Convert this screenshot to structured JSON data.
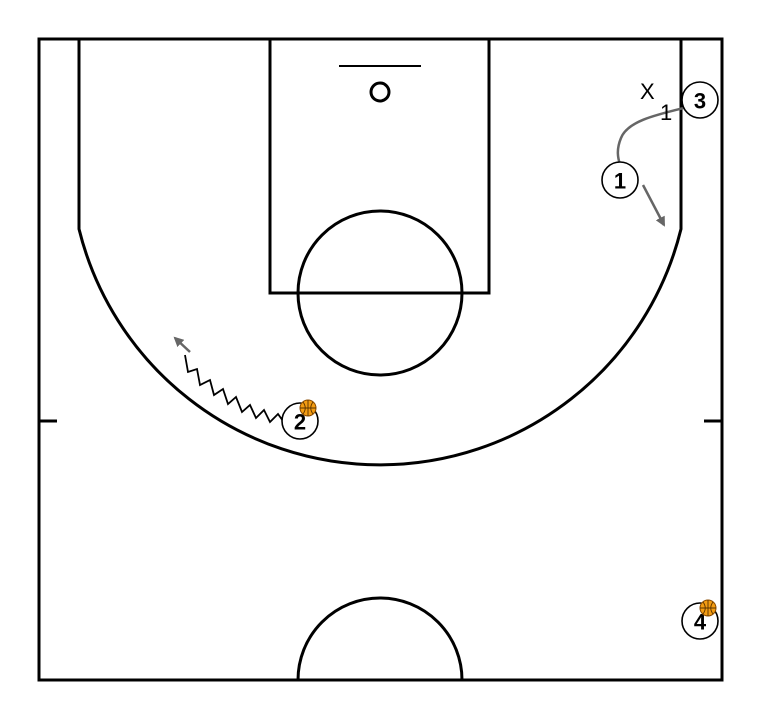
{
  "colors": {
    "court_lines": "#000000",
    "movement": "#666666",
    "ball": "#F39C12",
    "dribble": "#000000"
  },
  "offense": [
    {
      "id": "player-1",
      "label": "1",
      "has_ball": false
    },
    {
      "id": "player-2",
      "label": "2",
      "has_ball": true
    },
    {
      "id": "player-3",
      "label": "3",
      "has_ball": false
    },
    {
      "id": "player-4",
      "label": "4",
      "has_ball": true
    }
  ],
  "defense": [
    {
      "id": "defender-1",
      "marker": "X",
      "number": "1"
    }
  ],
  "actions": [
    {
      "type": "cut",
      "from": "player-1",
      "icon": "arrow-icon"
    },
    {
      "type": "dribble",
      "from": "player-2",
      "icon": "zigzag-arrow-icon"
    }
  ]
}
